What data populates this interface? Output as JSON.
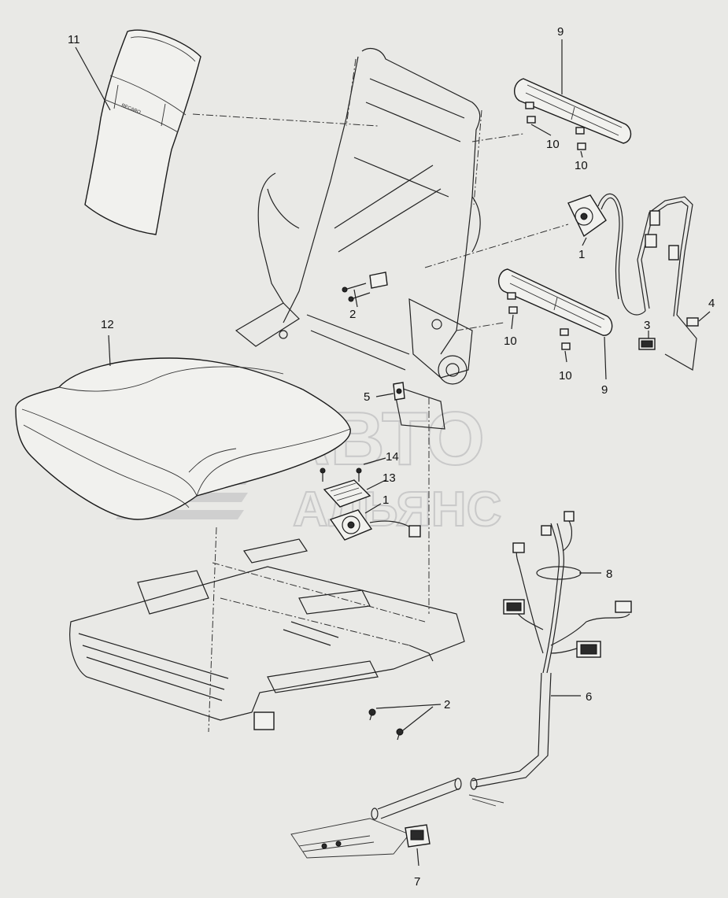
{
  "callouts": {
    "c11": "11",
    "c9_top": "9",
    "c10_a": "10",
    "c10_b": "10",
    "c1_back": "1",
    "c2_back": "2",
    "c4": "4",
    "c3": "3",
    "c12": "12",
    "c10_c": "10",
    "c10_d": "10",
    "c9_bottom": "9",
    "c5": "5",
    "c14": "14",
    "c13": "13",
    "c1_seat": "1",
    "c8": "8",
    "c6": "6",
    "c2_base": "2",
    "c7": "7"
  },
  "badge_text": "RECARO",
  "watermark": {
    "line1": "АВТО",
    "line2": "АЛЬЯНС"
  }
}
